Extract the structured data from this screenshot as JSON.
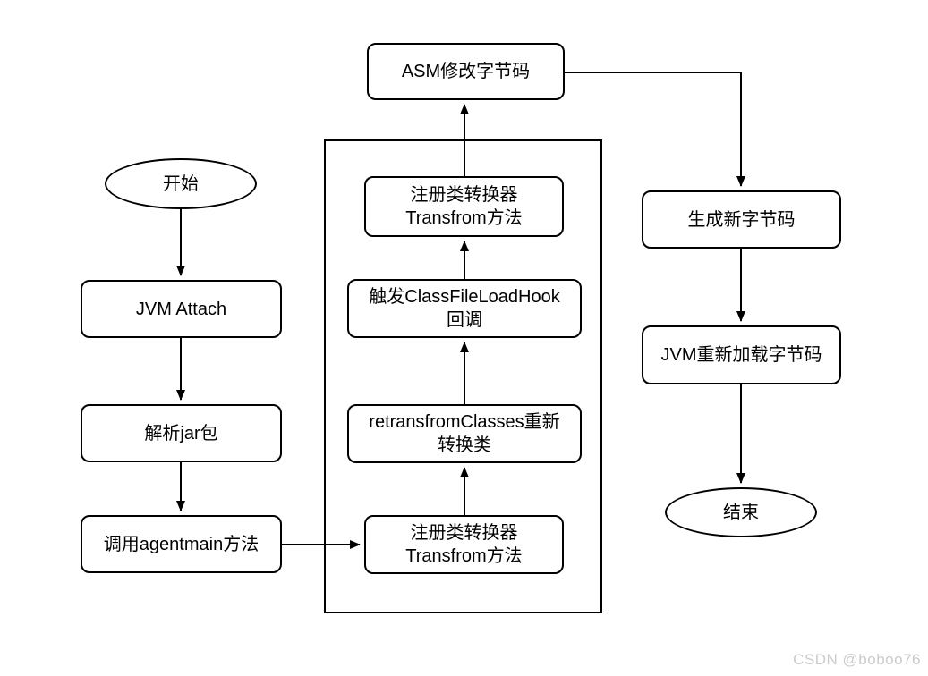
{
  "diagram": {
    "type": "flowchart",
    "nodes": {
      "start": {
        "label": "开始",
        "shape": "ellipse"
      },
      "jvm_attach": {
        "label": "JVM Attach",
        "shape": "rounded-rect"
      },
      "parse_jar": {
        "label": "解析jar包",
        "shape": "rounded-rect"
      },
      "call_agentmain": {
        "label": "调用agentmain方法",
        "shape": "rounded-rect"
      },
      "register_transform_bottom": {
        "label": "注册类转换器\nTransfrom方法",
        "shape": "rounded-rect"
      },
      "retransform_classes": {
        "label": "retransfromClasses重新\n转换类",
        "shape": "rounded-rect"
      },
      "trigger_hook": {
        "label": "触发ClassFileLoadHook\n回调",
        "shape": "rounded-rect"
      },
      "register_transform_top": {
        "label": "注册类转换器\nTransfrom方法",
        "shape": "rounded-rect"
      },
      "asm_modify": {
        "label": "ASM修改字节码",
        "shape": "rounded-rect"
      },
      "generate_bytecode": {
        "label": "生成新字节码",
        "shape": "rounded-rect"
      },
      "jvm_reload": {
        "label": "JVM重新加载字节码",
        "shape": "rounded-rect"
      },
      "end": {
        "label": "结束",
        "shape": "ellipse"
      }
    },
    "edges": [
      {
        "from": "start",
        "to": "jvm_attach"
      },
      {
        "from": "jvm_attach",
        "to": "parse_jar"
      },
      {
        "from": "parse_jar",
        "to": "call_agentmain"
      },
      {
        "from": "call_agentmain",
        "to": "register_transform_bottom"
      },
      {
        "from": "register_transform_bottom",
        "to": "retransform_classes"
      },
      {
        "from": "retransform_classes",
        "to": "trigger_hook"
      },
      {
        "from": "trigger_hook",
        "to": "register_transform_top"
      },
      {
        "from": "register_transform_top",
        "to": "asm_modify"
      },
      {
        "from": "asm_modify",
        "to": "generate_bytecode"
      },
      {
        "from": "generate_bytecode",
        "to": "jvm_reload"
      },
      {
        "from": "jvm_reload",
        "to": "end"
      }
    ],
    "colors": {
      "node_border": "#000000",
      "node_fill": "#ffffff",
      "edge": "#000000",
      "background": "#ffffff"
    }
  },
  "watermark": {
    "text": "CSDN @boboo76",
    "color": "#cbcbcb"
  }
}
